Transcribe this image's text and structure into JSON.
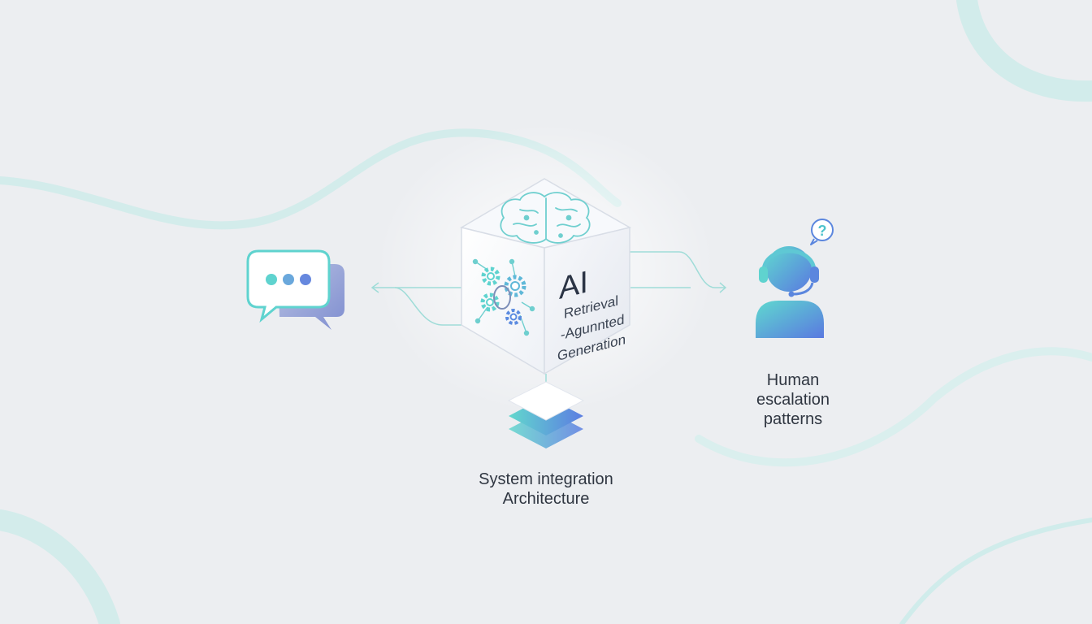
{
  "diagram": {
    "cube": {
      "title": "AI",
      "subtitle_lines": [
        "Retrieval",
        "-Agunnted",
        "Generation"
      ]
    },
    "human": {
      "label_lines": [
        "Human",
        "escalation",
        "patterns"
      ],
      "question_mark": "?"
    },
    "system": {
      "label_lines": [
        "System integration",
        "Architecture"
      ]
    },
    "icons": {
      "chat": "chat-bubble-icon",
      "brain": "brain-icon",
      "gears": "gears-icon",
      "agent": "support-agent-icon",
      "layers": "layers-icon"
    },
    "colors": {
      "teal": "#5fd3cf",
      "blue": "#5b7fe0",
      "background": "#eceef1",
      "text": "#2f3641"
    }
  }
}
